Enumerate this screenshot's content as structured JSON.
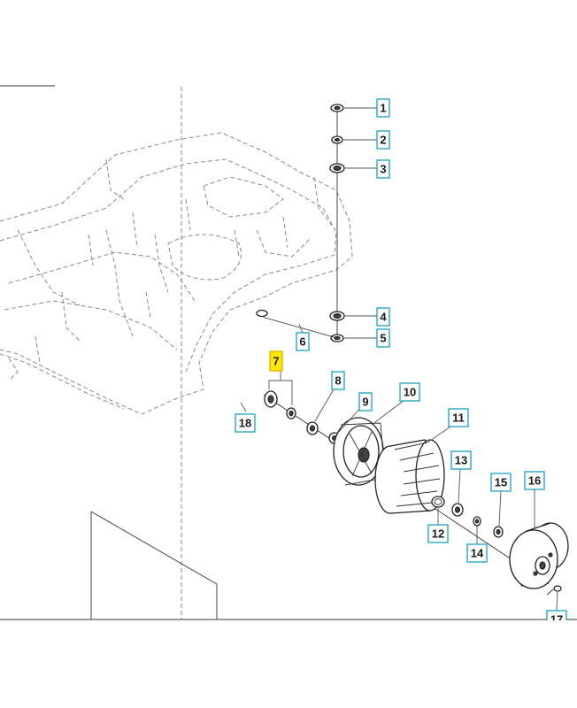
{
  "callouts": [
    {
      "id": "1",
      "text": "1",
      "highlighted": false
    },
    {
      "id": "2",
      "text": "2",
      "highlighted": false
    },
    {
      "id": "3",
      "text": "3",
      "highlighted": false
    },
    {
      "id": "4",
      "text": "4",
      "highlighted": false
    },
    {
      "id": "5",
      "text": "5",
      "highlighted": false
    },
    {
      "id": "6",
      "text": "6",
      "highlighted": false
    },
    {
      "id": "7",
      "text": "7",
      "highlighted": true
    },
    {
      "id": "8",
      "text": "8",
      "highlighted": false
    },
    {
      "id": "9",
      "text": "9",
      "highlighted": false
    },
    {
      "id": "10",
      "text": "10",
      "highlighted": false
    },
    {
      "id": "11",
      "text": "11",
      "highlighted": false
    },
    {
      "id": "12",
      "text": "12",
      "highlighted": false
    },
    {
      "id": "13",
      "text": "13",
      "highlighted": false
    },
    {
      "id": "14",
      "text": "14",
      "highlighted": false
    },
    {
      "id": "15",
      "text": "15",
      "highlighted": false
    },
    {
      "id": "16",
      "text": "16",
      "highlighted": false
    },
    {
      "id": "17",
      "text": "17",
      "highlighted": false
    },
    {
      "id": "18",
      "text": "18",
      "highlighted": false
    }
  ],
  "colors": {
    "callout_border": "#2aa7c9",
    "highlight_fill": "#ffe600",
    "line": "#222222",
    "dashed_chassis": "#8a8a8a"
  }
}
